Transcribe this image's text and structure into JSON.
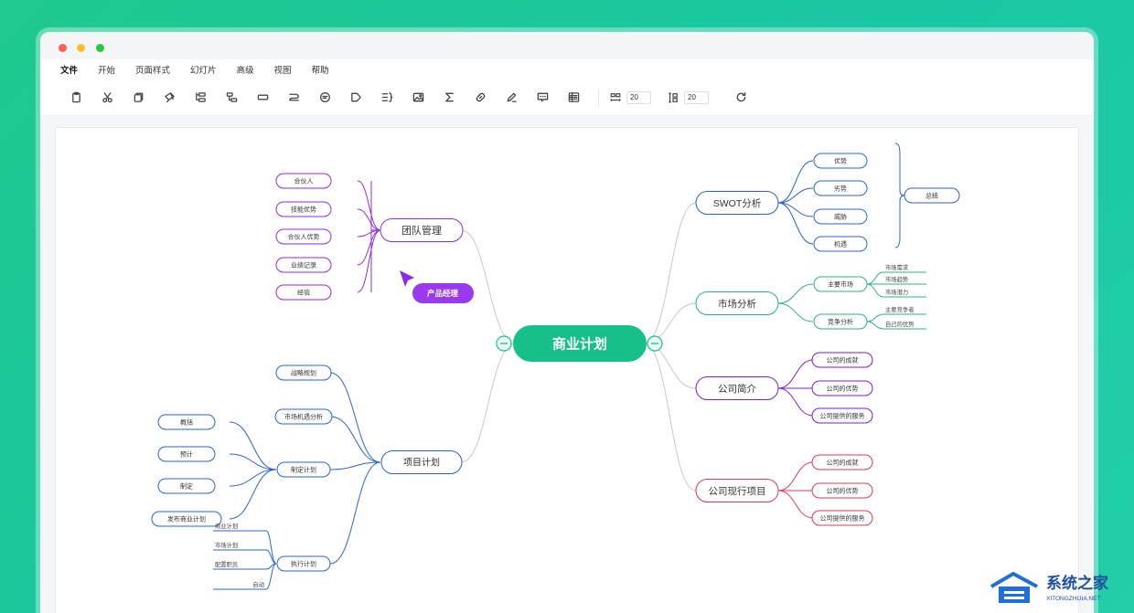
{
  "menu": [
    "文件",
    "开始",
    "页面样式",
    "幻灯片",
    "高级",
    "视图",
    "帮助"
  ],
  "toolbar": {
    "icons": [
      "clipboard-icon",
      "scissors-icon",
      "copy-icon",
      "format-brush-icon",
      "child-topic-icon",
      "sibling-topic-icon",
      "rectangle-icon",
      "connector-icon",
      "comment-icon",
      "tag-icon",
      "summary-icon",
      "image-icon",
      "formula-icon",
      "link-icon",
      "pen-icon",
      "callout-icon",
      "outline-icon"
    ],
    "spacing_h": "20",
    "spacing_v": "20"
  },
  "mindmap": {
    "root": "商业计划",
    "team": {
      "label": "团队管理",
      "children": [
        "合伙人",
        "技能优势",
        "合伙人优势",
        "业绩记录",
        "经验"
      ]
    },
    "tag": "产品经理",
    "project": {
      "label": "项目计划",
      "strategy": "战略规划",
      "market_chance": "市场机遇分析",
      "plan": {
        "label": "制定计划",
        "children": [
          "概括",
          "预计",
          "制定",
          "发布商业计划"
        ]
      },
      "execute": {
        "label": "执行计划",
        "children": [
          "商业计划",
          "市场计划",
          "配置职员",
          "启动"
        ]
      }
    },
    "swot": {
      "label": "SWOT分析",
      "children": [
        "优势",
        "劣势",
        "威胁",
        "机遇"
      ],
      "summary": "总结"
    },
    "market": {
      "label": "市场分析",
      "main_market": {
        "label": "主要市场",
        "children": [
          "市场需求",
          "市场趋势",
          "市场潜力"
        ]
      },
      "competition": {
        "label": "竞争分析",
        "children": [
          "主要竞争者",
          "自己的优势"
        ]
      }
    },
    "company": {
      "label": "公司简介",
      "children": [
        "公司的成就",
        "公司的优势",
        "公司提供的服务"
      ]
    },
    "current": {
      "label": "公司现行项目",
      "children": [
        "公司的成就",
        "公司的优势",
        "公司提供的服务"
      ]
    }
  },
  "colors": {
    "root": "#17c08a",
    "purple": "#8a2ee6",
    "blue": "#2e63c8",
    "teal": "#2eb089",
    "violet": "#7b22d0",
    "red": "#e0385a"
  },
  "watermark": {
    "name": "系统之家",
    "url": "XITONGZHIJIA.NET"
  }
}
